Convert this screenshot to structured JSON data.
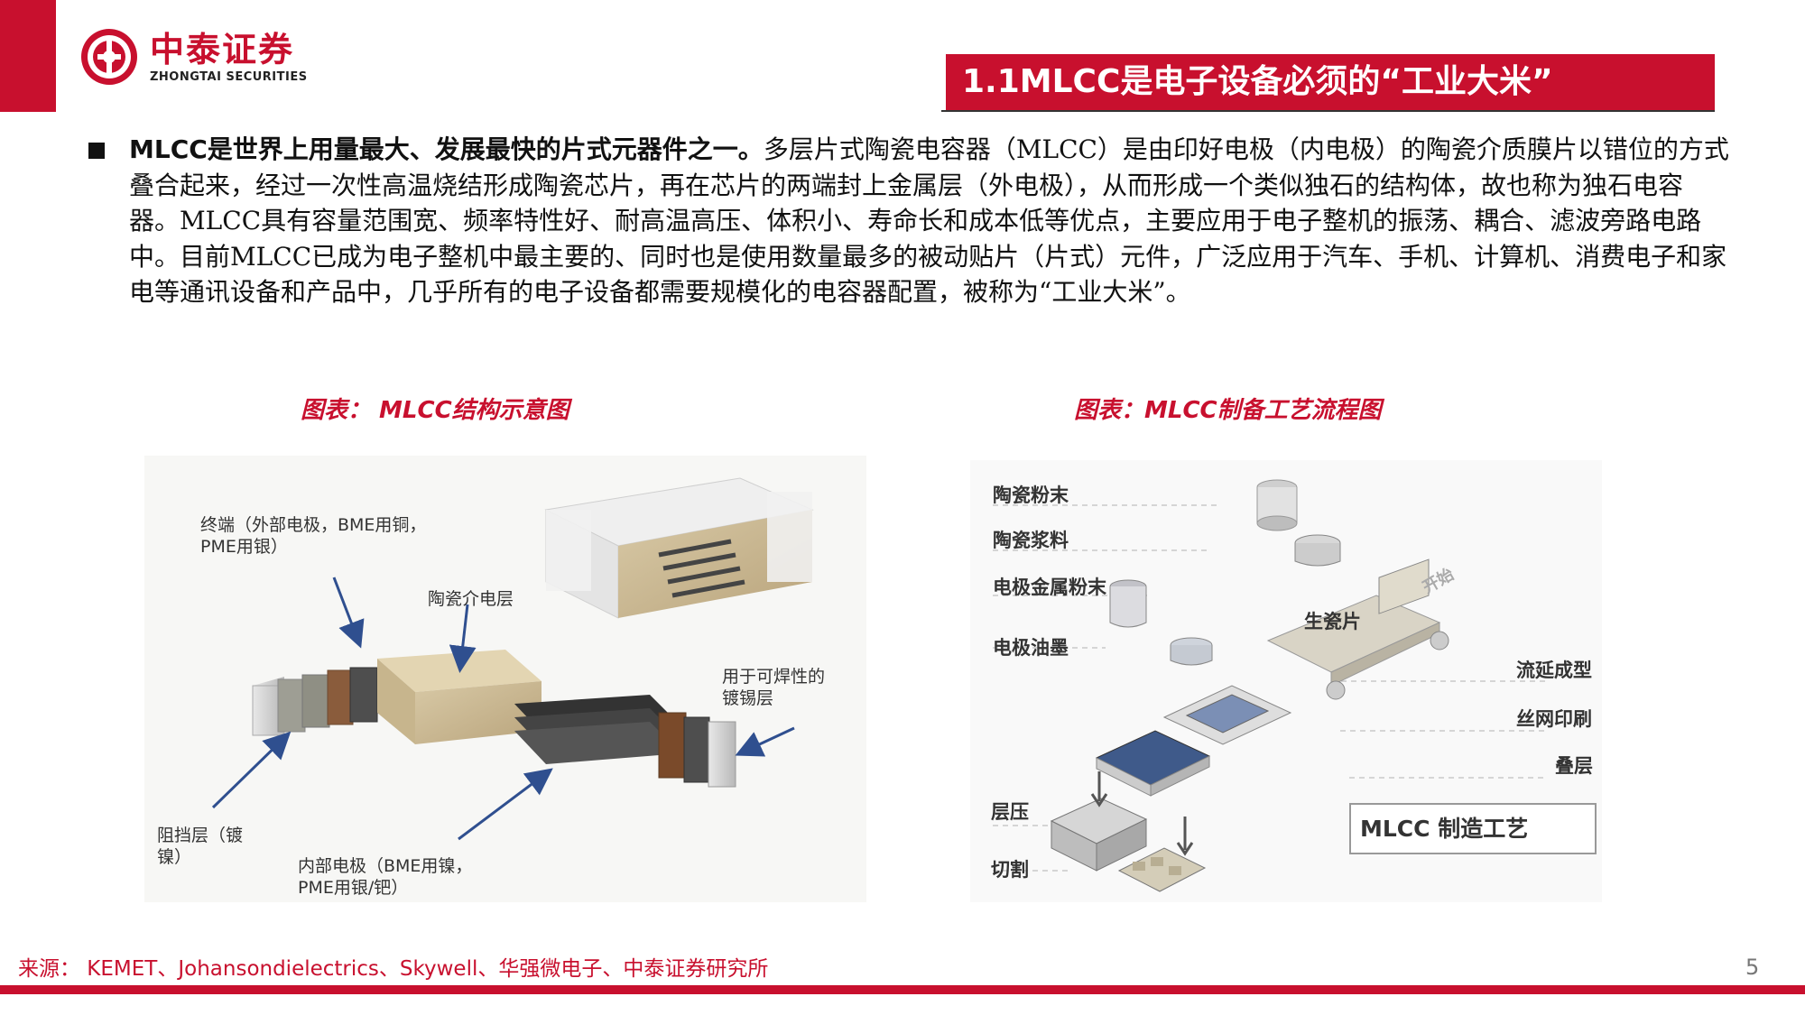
{
  "header": {
    "company_cn": "中泰证券",
    "company_en": "ZHONGTAI SECURITIES",
    "title": "1.1MLCC是电子设备必须的“工业大米”",
    "colors": {
      "brand": "#c8102e",
      "text": "#111111"
    }
  },
  "body": {
    "bullet_bold": "MLCC是世界上用量最大、发展最快的片式元器件之一。",
    "bullet_rest": "多层片式陶瓷电容器（MLCC）是由印好电极（内电极）的陶瓷介质膜片以错位的方式叠合起来，经过一次性高温烧结形成陶瓷芯片，再在芯片的两端封上金属层（外电极），从而形成一个类似独石的结构体，故也称为独石电容器。MLCC具有容量范围宽、频率特性好、耐高温高压、体积小、寿命长和成本低等优点，主要应用于电子整机的振荡、耦合、滤波旁路电路中。目前MLCC已成为电子整机中最主要的、同时也是使用数量最多的被动贴片（片式）元件，广泛应用于汽车、手机、计算机、消费电子和家电等通讯设备和产品中，几乎所有的电子设备都需要规模化的电容器配置，被称为“工业大米”。"
  },
  "figure_left": {
    "caption": "图表： MLCC结构示意图",
    "labels": {
      "terminal": "终端（外部电极，BME用铜，\nPME用银）",
      "ceramic": "陶瓷介电层",
      "tin": "用于可焊性的\n镀锡层",
      "barrier": "阻挡层（镀\n镍）",
      "inner": "内部电极（BME用镍，\nPME用银/钯）"
    }
  },
  "figure_right": {
    "caption": "图表：MLCC制备工艺流程图",
    "steps_left": [
      "陶瓷粉末",
      "陶瓷浆料",
      "电极金属粉末",
      "电极油墨"
    ],
    "green_sheet": "生瓷片",
    "start": "开始",
    "steps_right": [
      "流延成型",
      "丝网印刷",
      "叠层"
    ],
    "steps_bottom": [
      "层压",
      "切割"
    ],
    "box_label": "MLCC 制造工艺"
  },
  "footer": {
    "source": "来源： KEMET、Johansondielectrics、Skywell、华强微电子、中泰证券研究所",
    "page": "5"
  }
}
